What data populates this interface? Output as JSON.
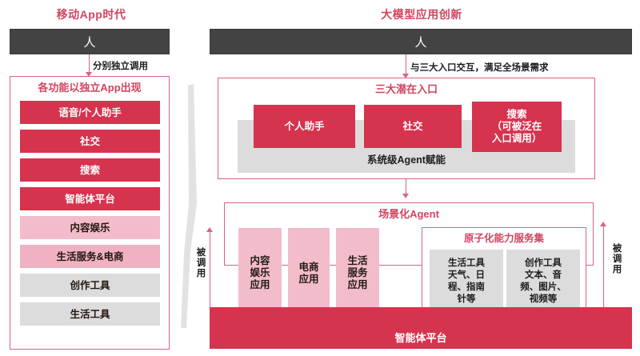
{
  "left": {
    "title": "移动App时代",
    "person_bar": "人",
    "connector_label": "分别独立调用",
    "panel_title": "各功能以独立App出现",
    "items": [
      {
        "label": "语音/个人助手",
        "style": "red"
      },
      {
        "label": "社交",
        "style": "red"
      },
      {
        "label": "搜索",
        "style": "red"
      },
      {
        "label": "智能体平台",
        "style": "red"
      },
      {
        "label": "内容娱乐",
        "style": "pink"
      },
      {
        "label": "生活服务&电商",
        "style": "pink2"
      },
      {
        "label": "创作工具",
        "style": "gray"
      },
      {
        "label": "生活工具",
        "style": "gray"
      }
    ]
  },
  "right": {
    "title": "大模型应用创新",
    "person_bar": "人",
    "connector_label": "与三大入口交互，满足全场景需求",
    "entries_panel": {
      "title": "三大潜在入口",
      "entries": [
        {
          "label": "个人助手"
        },
        {
          "label": "社交"
        },
        {
          "label": "搜索\n（可被泛在\n入口调用）"
        }
      ],
      "band_label": "系统级Agent赋能"
    },
    "agent_panel": {
      "title": "场景化Agent",
      "left_side_label": "被调用",
      "right_side_label": "被调用",
      "apps": [
        {
          "label": "内容\n娱乐\n应用"
        },
        {
          "label": "电商\n应用"
        },
        {
          "label": "生活\n服务\n应用"
        }
      ],
      "services": {
        "title": "原子化能力服务集",
        "tools": [
          {
            "label": "生活工具\n天气、日\n程、指南\n针等"
          },
          {
            "label": "创作工具\n文本、音\n频、图片、\n视频等"
          }
        ]
      },
      "platform_bar": "智能体平台"
    }
  },
  "colors": {
    "crimson": "#d6334f",
    "rose_border": "#d8647f",
    "title_rose": "#d2445f",
    "pink_light": "#f3bccb",
    "pink_mid": "#f0b2c3",
    "gray": "#dcdcdc",
    "dark_bar": "#434343"
  }
}
